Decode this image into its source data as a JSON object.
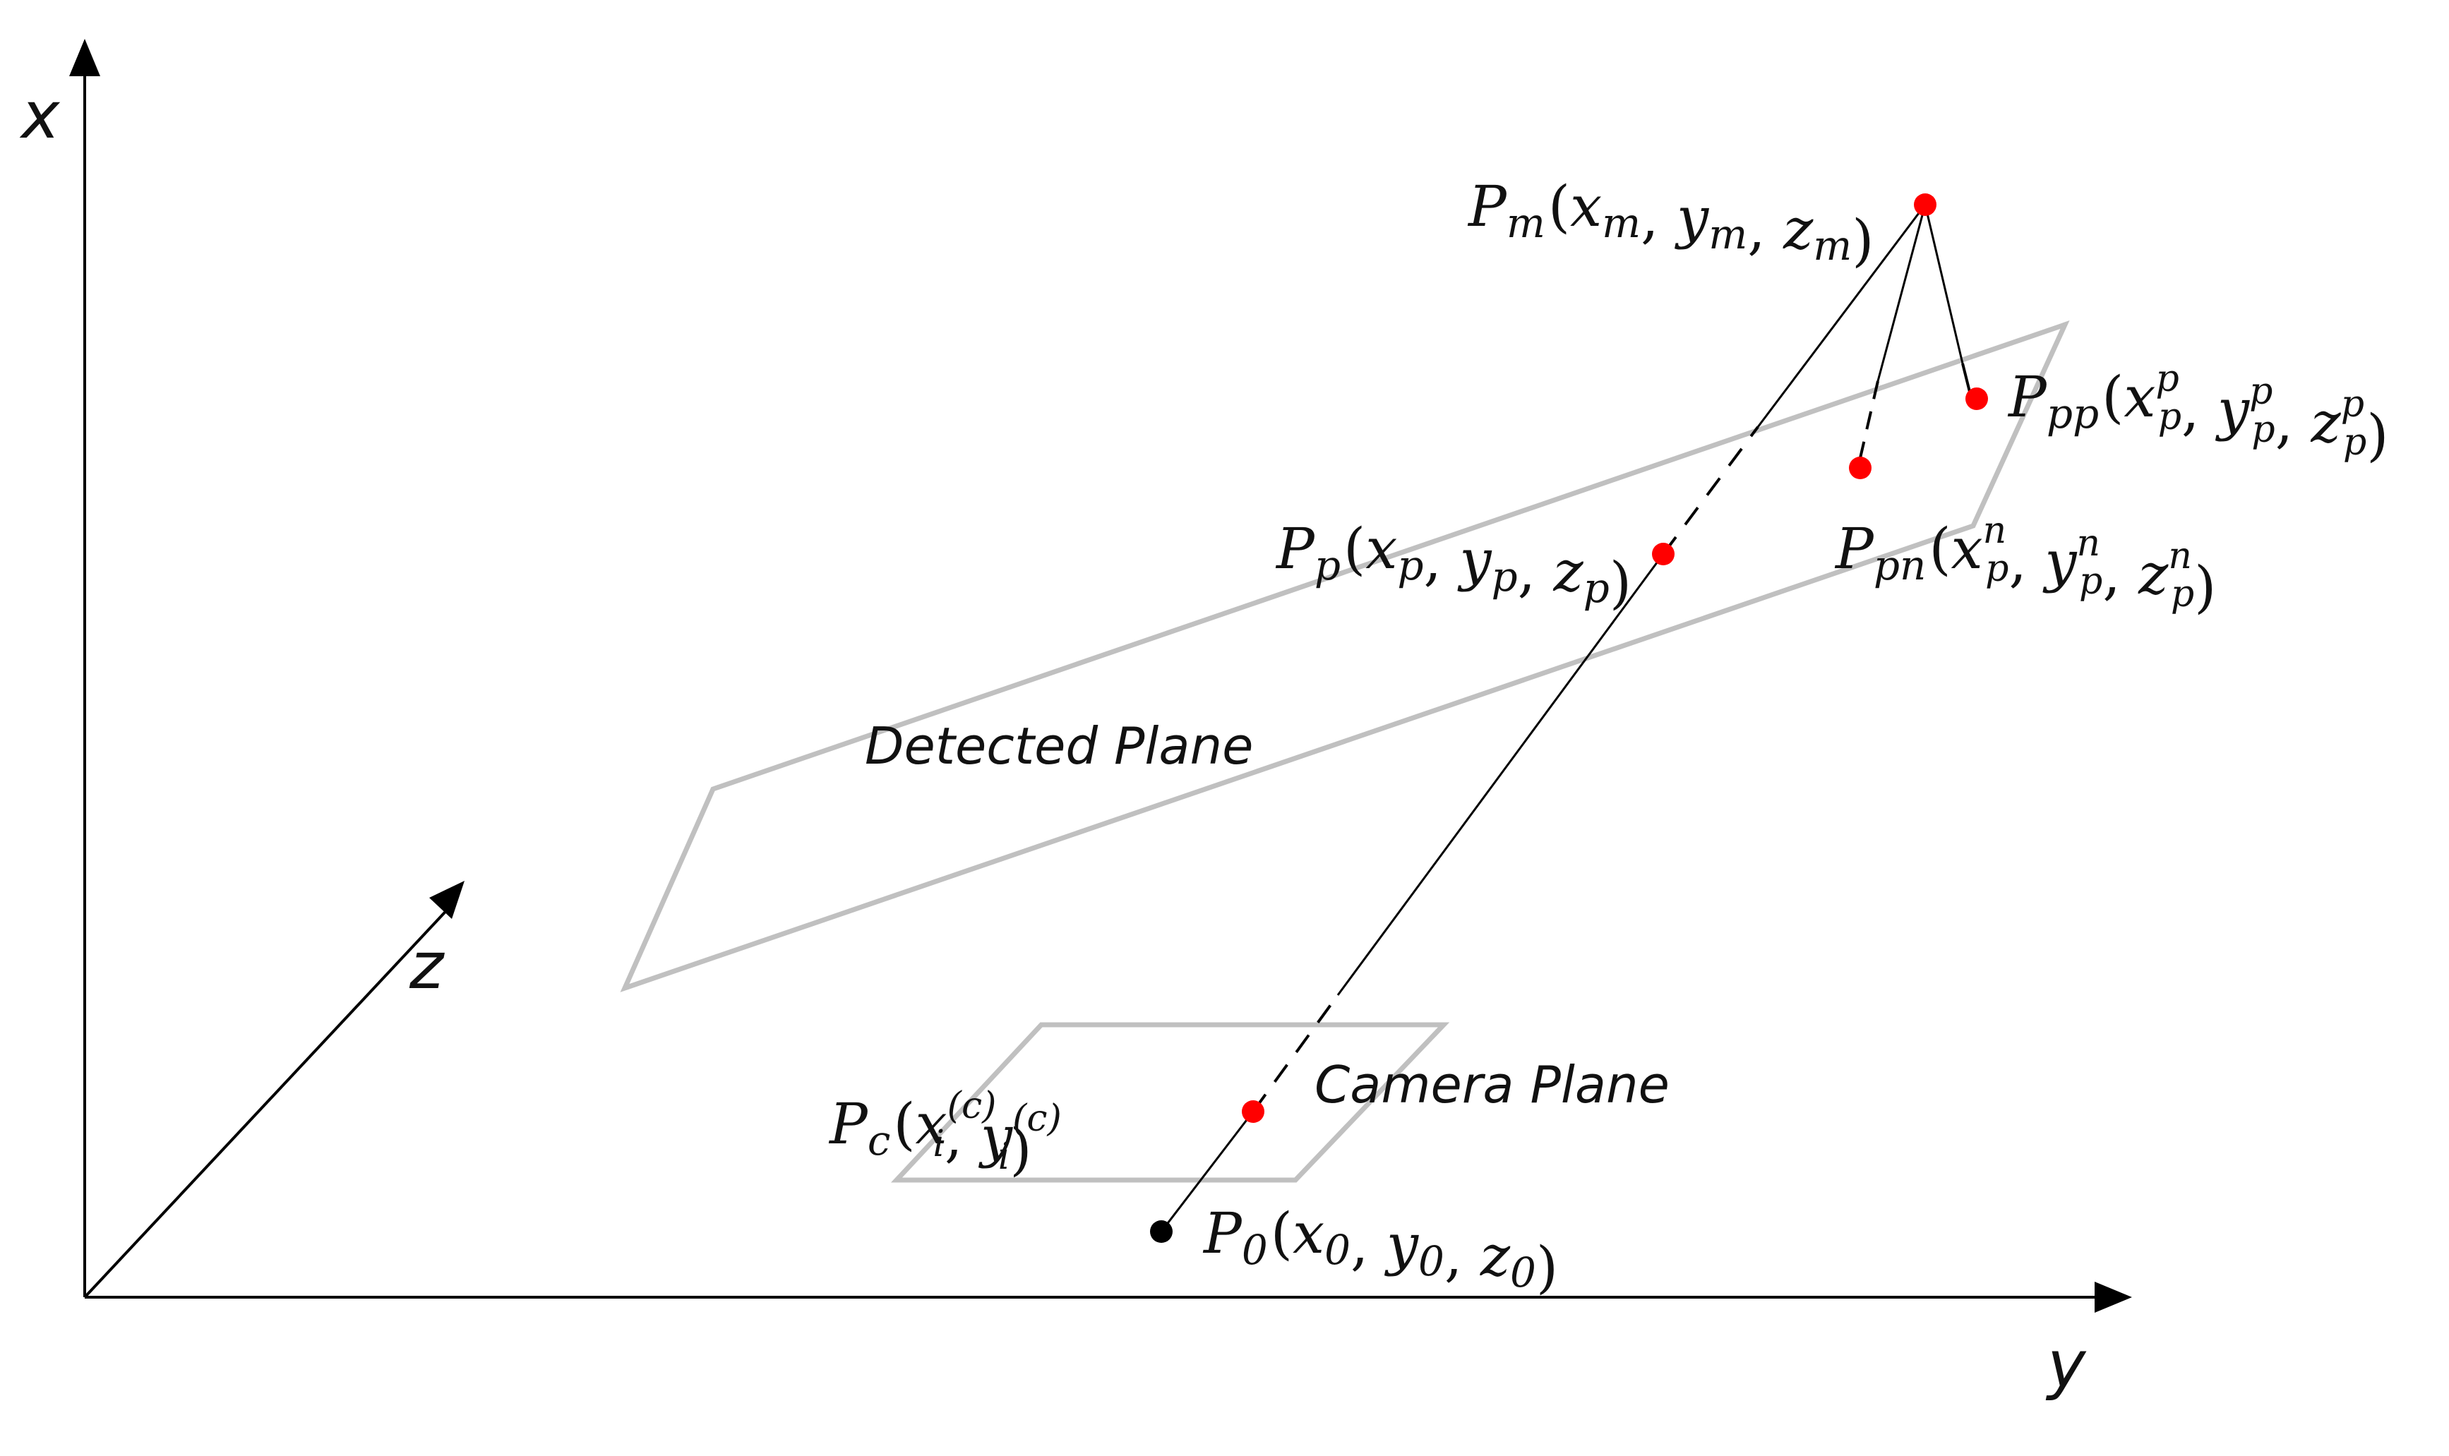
{
  "axes": {
    "x_label": "x",
    "y_label": "y",
    "z_label": "z"
  },
  "planes": {
    "detected_label": "Detected Plane",
    "camera_label": "Camera Plane"
  },
  "points": {
    "pm": {
      "base": "P",
      "sub": "m",
      "args": [
        {
          "v": "x",
          "sub": "m"
        },
        {
          "v": "y",
          "sub": "m"
        },
        {
          "v": "z",
          "sub": "m"
        }
      ],
      "color": "#ff0000"
    },
    "ppp": {
      "base": "P",
      "sub": "pp",
      "args": [
        {
          "v": "x",
          "sub": "p",
          "sup": "p"
        },
        {
          "v": "y",
          "sub": "p",
          "sup": "p"
        },
        {
          "v": "z",
          "sub": "p",
          "sup": "p"
        }
      ],
      "color": "#ff0000"
    },
    "pp": {
      "base": "P",
      "sub": "p",
      "args": [
        {
          "v": "x",
          "sub": "p"
        },
        {
          "v": "y",
          "sub": "p"
        },
        {
          "v": "z",
          "sub": "p"
        }
      ],
      "color": "#ff0000"
    },
    "ppn": {
      "base": "P",
      "sub": "pn",
      "args": [
        {
          "v": "x",
          "sub": "p",
          "sup": "n"
        },
        {
          "v": "y",
          "sub": "p",
          "sup": "n"
        },
        {
          "v": "z",
          "sub": "p",
          "sup": "n"
        }
      ],
      "color": "#ff0000"
    },
    "pc": {
      "base": "P",
      "sub": "c",
      "args": [
        {
          "v": "x",
          "sub": "i",
          "sup": "(c)"
        },
        {
          "v": "y",
          "sub": "i",
          "sup": "(c)"
        }
      ],
      "color": "#ff0000"
    },
    "p0": {
      "base": "P",
      "sub": "0",
      "args": [
        {
          "v": "x",
          "sub": "0"
        },
        {
          "v": "y",
          "sub": "0"
        },
        {
          "v": "z",
          "sub": "0"
        }
      ],
      "color": "#000000"
    }
  },
  "colors": {
    "axis": "#000000",
    "plane_outline": "#c0c0c0",
    "point_red": "#ff0000",
    "point_black": "#000000"
  }
}
